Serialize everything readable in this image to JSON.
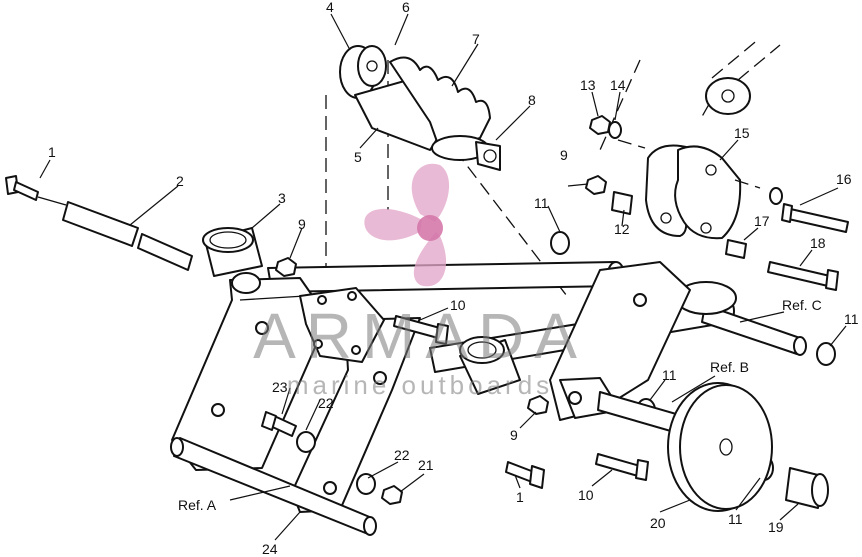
{
  "diagram": {
    "callouts": [
      "1",
      "2",
      "3",
      "4",
      "5",
      "6",
      "7",
      "8",
      "9",
      "10",
      "11",
      "12",
      "13",
      "14",
      "15",
      "16",
      "17",
      "18",
      "19",
      "20",
      "21",
      "22",
      "23",
      "24"
    ],
    "refs": {
      "a": "Ref. A",
      "b": "Ref. B",
      "c": "Ref. C"
    }
  },
  "watermark": {
    "brand": "ARMADA",
    "tagline": "marine outboards",
    "colors": {
      "logo": "#e3a6c8",
      "logo_center": "#d06aa2",
      "text": "#7d7d7d"
    }
  }
}
